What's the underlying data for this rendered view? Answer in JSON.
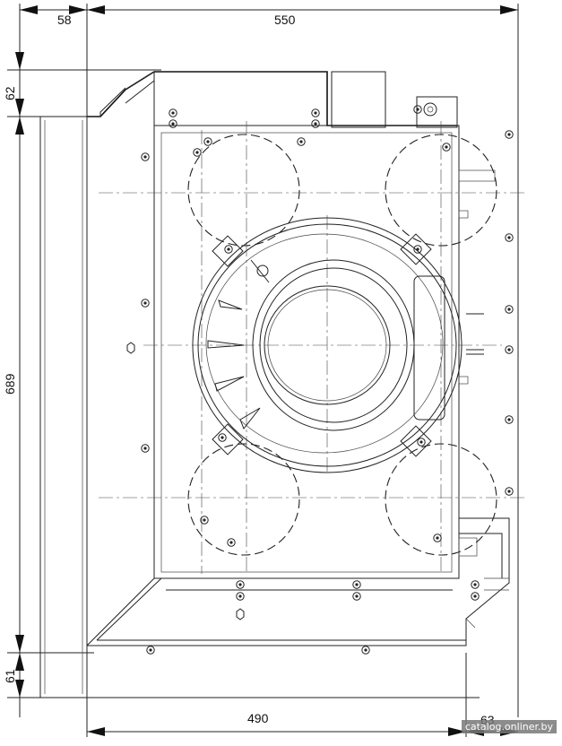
{
  "dimensions": {
    "top_width": "550",
    "left_offset": "58",
    "top_offset": "62",
    "height": "689",
    "bottom_offset": "61",
    "bottom_width": "490",
    "right_offset": "63"
  },
  "watermark": "catalog.onliner.by"
}
